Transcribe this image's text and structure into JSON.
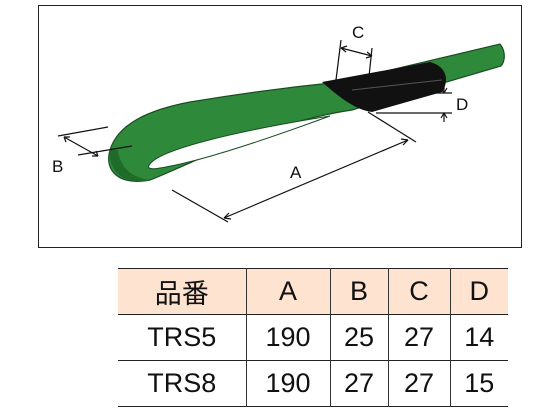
{
  "diagram": {
    "labels": {
      "a": "A",
      "b": "B",
      "c": "C",
      "d": "D"
    },
    "colors": {
      "sling": "#2e8a3a",
      "sling_dark": "#1f6b2a",
      "sleeve": "#111111",
      "outline": "#222222"
    }
  },
  "table": {
    "headers": [
      "品番",
      "A",
      "B",
      "C",
      "D"
    ],
    "rows": [
      [
        "TRS5",
        "190",
        "25",
        "27",
        "14"
      ],
      [
        "TRS8",
        "190",
        "27",
        "27",
        "15"
      ]
    ],
    "header_bg": "#fde3d0"
  }
}
